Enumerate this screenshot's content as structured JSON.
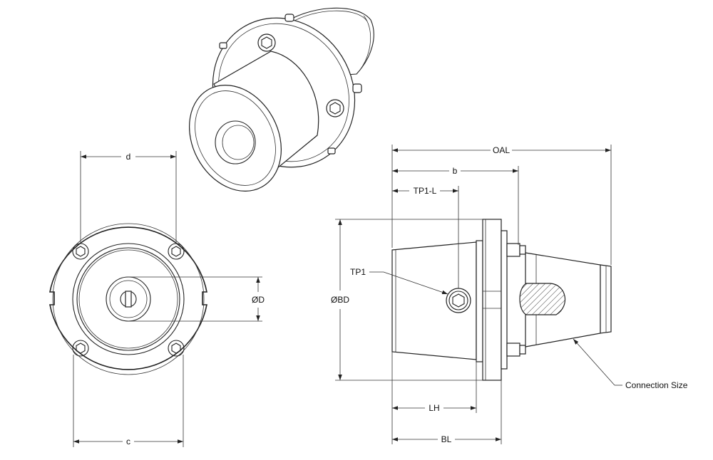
{
  "dimensions": {
    "d": "d",
    "c": "c",
    "od": "ØD",
    "oal": "OAL",
    "b": "b",
    "tp1_l": "TP1-L",
    "tp1": "TP1",
    "obd": "ØBD",
    "lh": "LH",
    "bl": "BL"
  },
  "callouts": {
    "connection_size": "Connection Size"
  },
  "colors": {
    "line": "#222222",
    "background": "#ffffff"
  }
}
